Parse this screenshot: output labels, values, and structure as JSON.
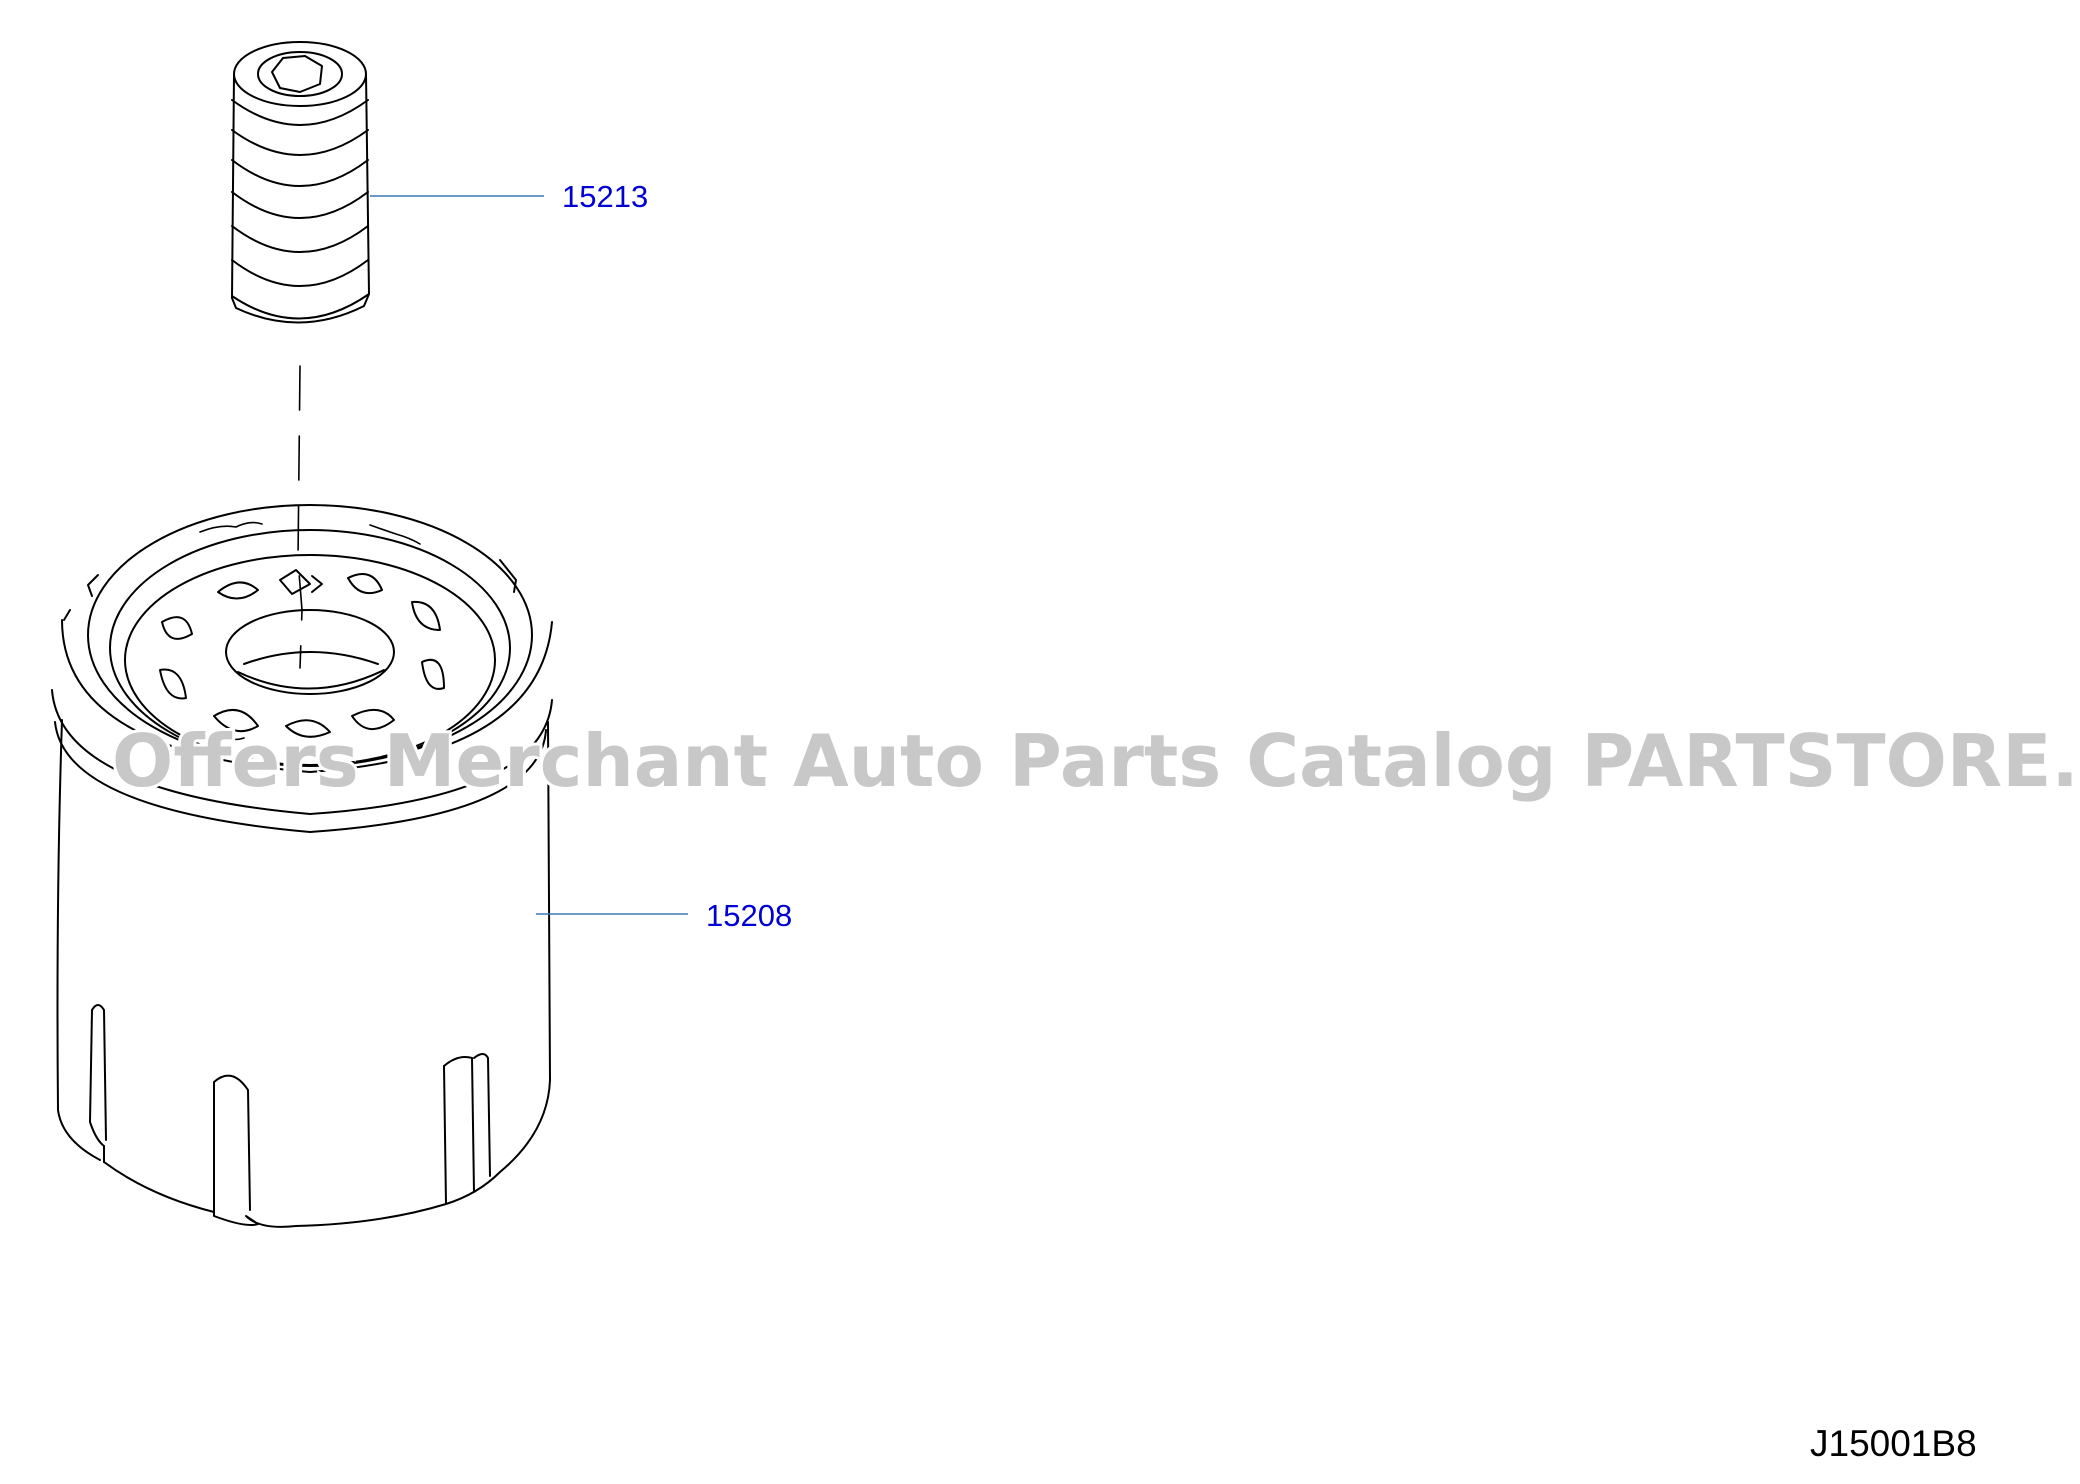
{
  "diagram": {
    "id_label": "J15001B8",
    "watermark": "Offers Merchant Auto Parts Catalog PARTSTORE.SA",
    "colors": {
      "line": "#000000",
      "callout": "#0000d4",
      "leader": "#3a78b5",
      "watermark": "#c8c8c8",
      "background": "#ffffff"
    },
    "callouts": [
      {
        "part_number": "15213",
        "part": "oil-filter-connector-stud"
      },
      {
        "part_number": "15208",
        "part": "oil-filter"
      }
    ]
  }
}
